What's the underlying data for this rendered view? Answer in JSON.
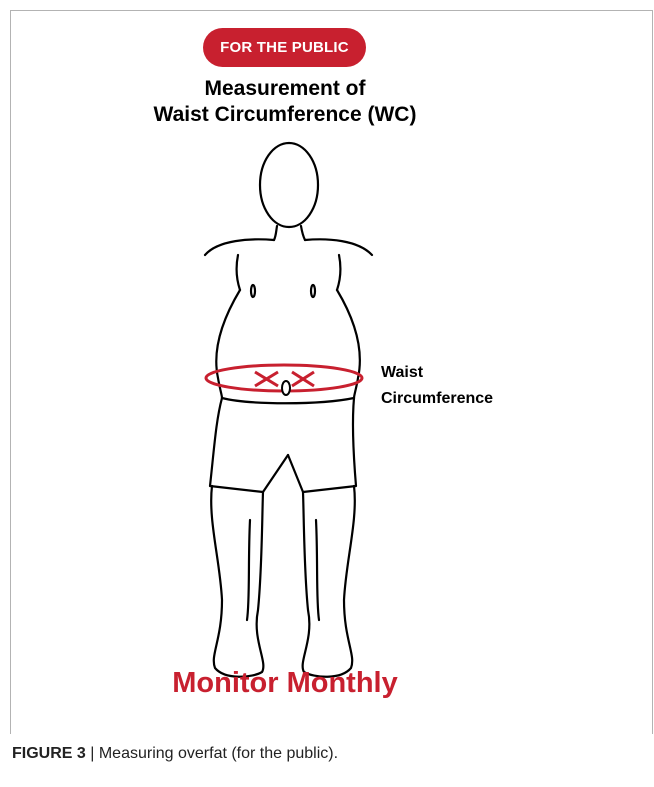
{
  "badge": "FOR THE PUBLIC",
  "title_line1": "Measurement of",
  "title_line2": "Waist Circumference (WC)",
  "label_line1": "Waist",
  "label_line2": "Circumference",
  "footer_title": "Monitor Monthly",
  "caption_bold": "FIGURE 3",
  "caption_text": " | Measuring overfat (for the public).",
  "colors": {
    "accent": "#c8202f",
    "outline": "#000000"
  },
  "icons": [
    "human-body-outline",
    "waist-tape-loop",
    "arrow-pair"
  ]
}
